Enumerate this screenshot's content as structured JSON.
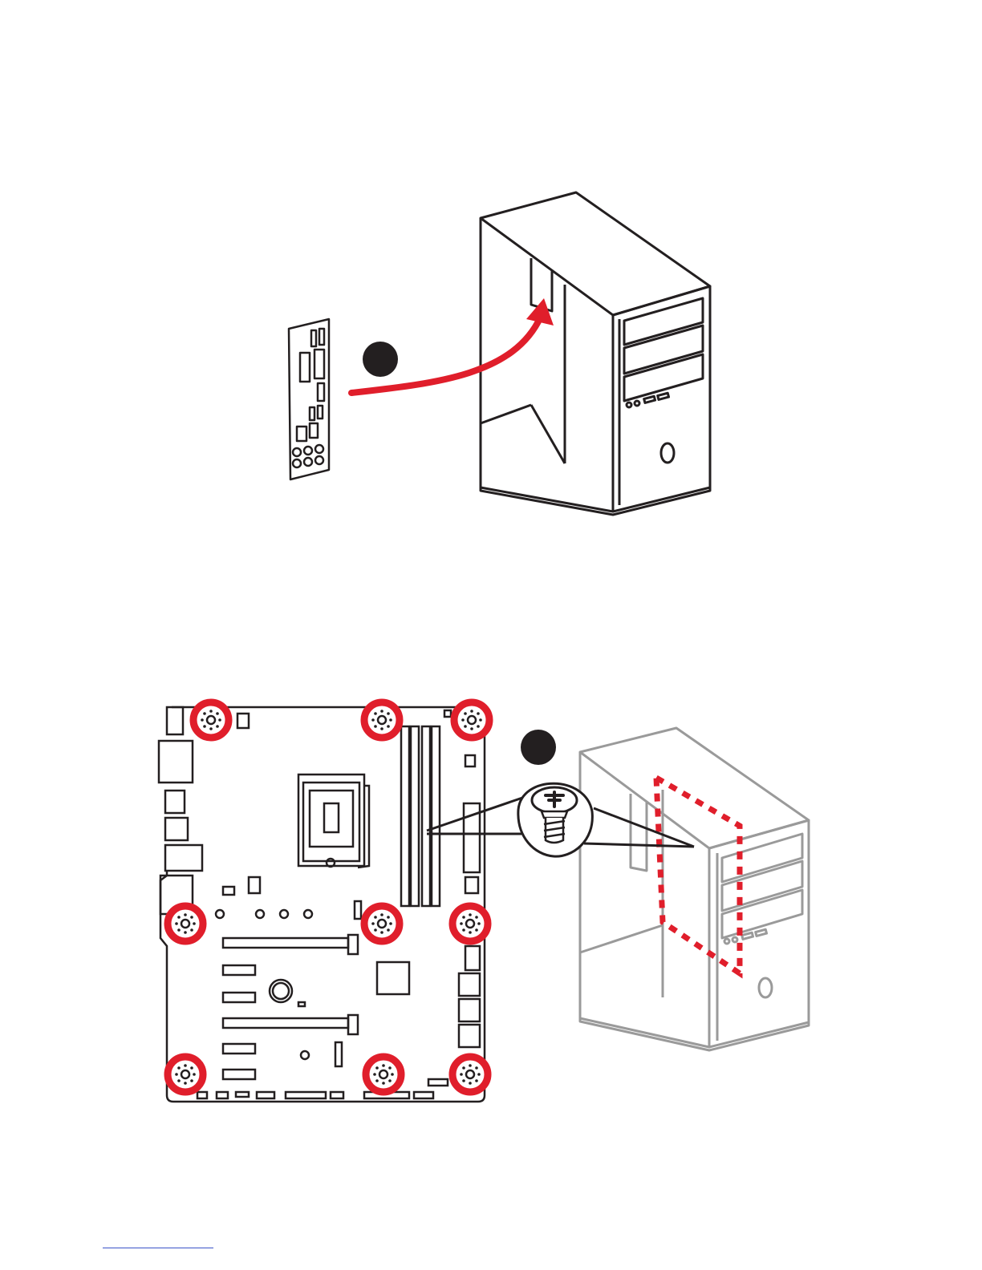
{
  "colors": {
    "accent_red": "#e01e2b",
    "line_black": "#231f20",
    "case_gray": "#9a9a9a",
    "step_badge": "#231f20",
    "footer_rule": "#3a52c8"
  },
  "icons": {
    "standoff": "standoff-screw-icon",
    "screw": "phillips-screw-icon",
    "step": "step-number-badge"
  },
  "steps": [
    {
      "id": "step-1",
      "label": ""
    },
    {
      "id": "step-2",
      "label": ""
    }
  ]
}
